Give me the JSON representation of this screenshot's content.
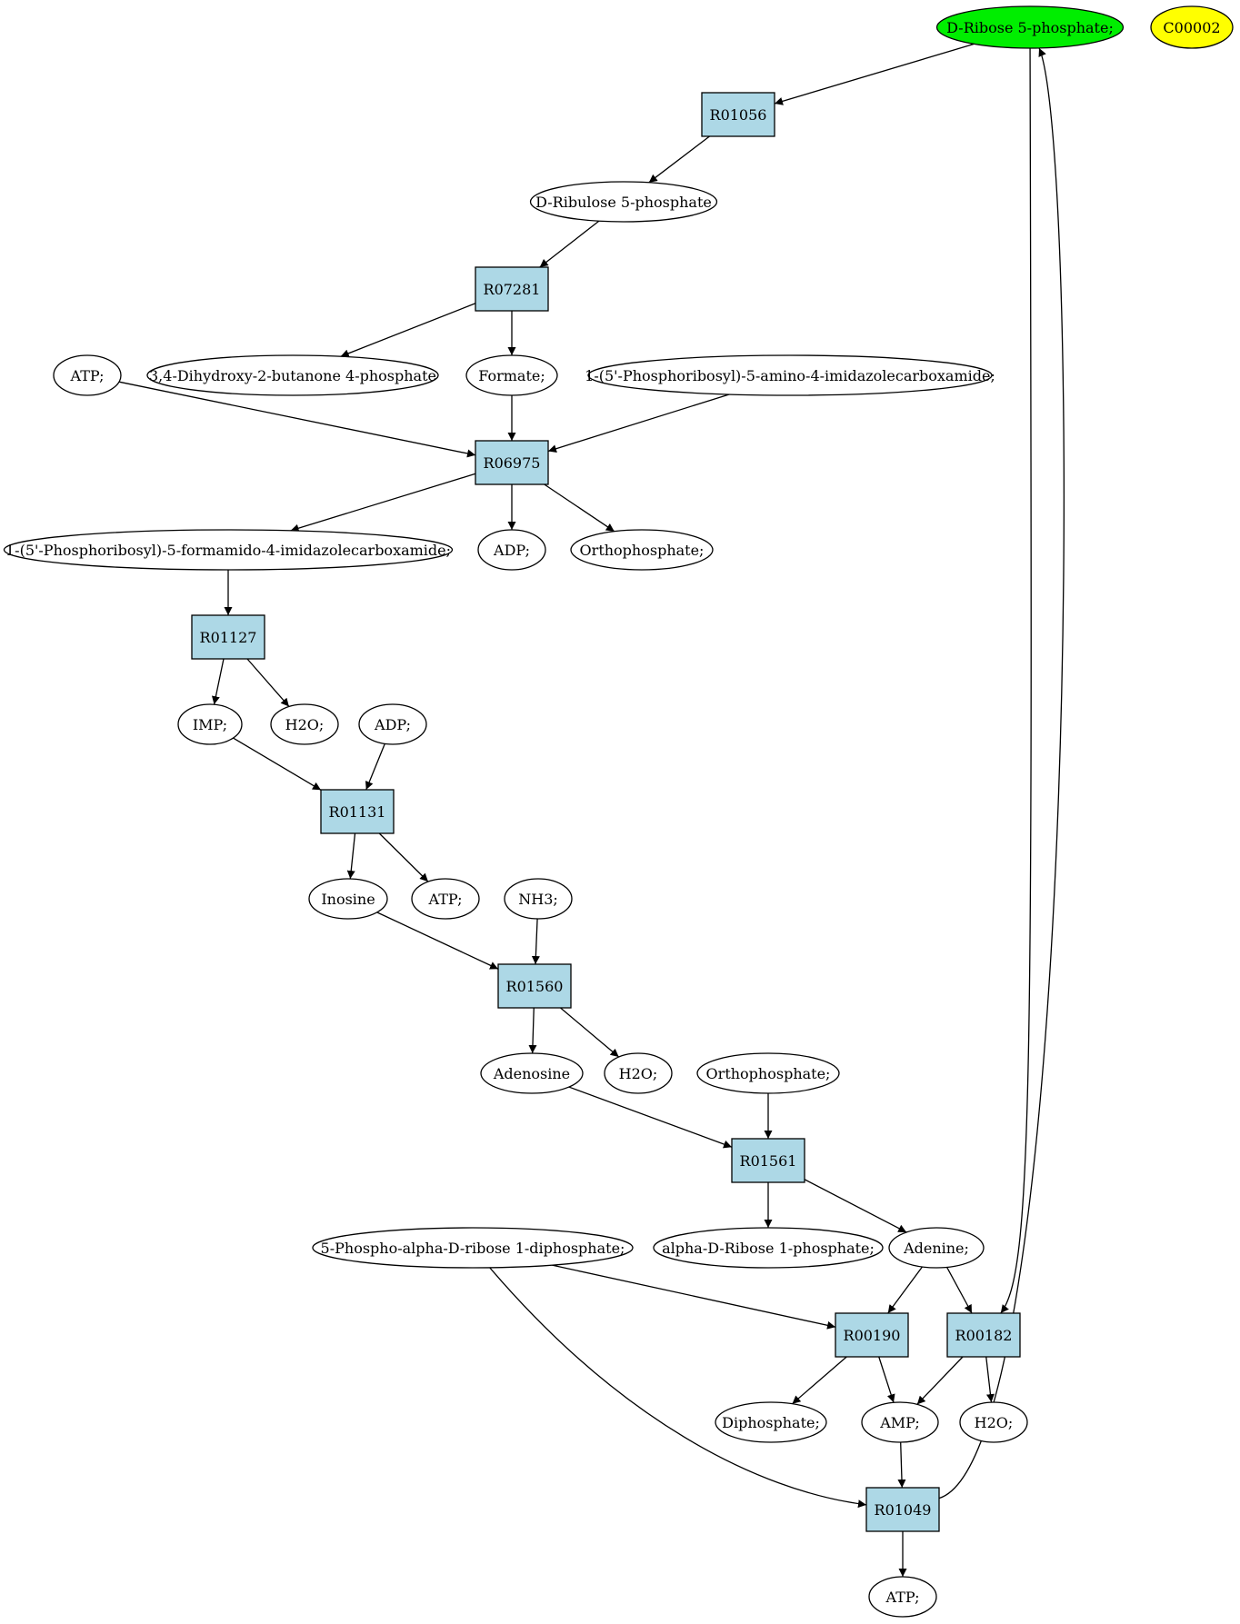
{
  "diagram": {
    "type": "metabolic-pathway-graph",
    "colors": {
      "compound_default": "#ffffff",
      "compound_highlight": "#00ee00",
      "compound_unlinked": "#ffff00",
      "reaction": "#add8e6",
      "edge": "#000000"
    },
    "nodes": [
      {
        "id": "rib5p",
        "kind": "compound",
        "label": "D-Ribose 5-phosphate;",
        "fill": "#00ee00"
      },
      {
        "id": "c00002",
        "kind": "compound",
        "label": "C00002",
        "fill": "#ffff00"
      },
      {
        "id": "R01056",
        "kind": "reaction",
        "label": "R01056"
      },
      {
        "id": "ribu5p",
        "kind": "compound",
        "label": "D-Ribulose 5-phosphate"
      },
      {
        "id": "R07281",
        "kind": "reaction",
        "label": "R07281"
      },
      {
        "id": "atp1",
        "kind": "compound",
        "label": "ATP;"
      },
      {
        "id": "dhbp",
        "kind": "compound",
        "label": "3,4-Dihydroxy-2-butanone 4-phosphate"
      },
      {
        "id": "formate",
        "kind": "compound",
        "label": "Formate;"
      },
      {
        "id": "aicar",
        "kind": "compound",
        "label": "1-(5'-Phosphoribosyl)-5-amino-4-imidazolecarboxamide;"
      },
      {
        "id": "R06975",
        "kind": "reaction",
        "label": "R06975"
      },
      {
        "id": "faicar",
        "kind": "compound",
        "label": "1-(5'-Phosphoribosyl)-5-formamido-4-imidazolecarboxamide;"
      },
      {
        "id": "adp1",
        "kind": "compound",
        "label": "ADP;"
      },
      {
        "id": "pi1",
        "kind": "compound",
        "label": "Orthophosphate;"
      },
      {
        "id": "R01127",
        "kind": "reaction",
        "label": "R01127"
      },
      {
        "id": "imp",
        "kind": "compound",
        "label": "IMP;"
      },
      {
        "id": "h2o1",
        "kind": "compound",
        "label": "H2O;"
      },
      {
        "id": "adp2",
        "kind": "compound",
        "label": "ADP;"
      },
      {
        "id": "R01131",
        "kind": "reaction",
        "label": "R01131"
      },
      {
        "id": "inosine",
        "kind": "compound",
        "label": "Inosine"
      },
      {
        "id": "atp2",
        "kind": "compound",
        "label": "ATP;"
      },
      {
        "id": "nh3",
        "kind": "compound",
        "label": "NH3;"
      },
      {
        "id": "R01560",
        "kind": "reaction",
        "label": "R01560"
      },
      {
        "id": "adenosine",
        "kind": "compound",
        "label": "Adenosine"
      },
      {
        "id": "h2o2",
        "kind": "compound",
        "label": "H2O;"
      },
      {
        "id": "pi2",
        "kind": "compound",
        "label": "Orthophosphate;"
      },
      {
        "id": "R01561",
        "kind": "reaction",
        "label": "R01561"
      },
      {
        "id": "prpp",
        "kind": "compound",
        "label": "5-Phospho-alpha-D-ribose 1-diphosphate;"
      },
      {
        "id": "r1p",
        "kind": "compound",
        "label": "alpha-D-Ribose 1-phosphate;"
      },
      {
        "id": "adenine",
        "kind": "compound",
        "label": "Adenine;"
      },
      {
        "id": "R00190",
        "kind": "reaction",
        "label": "R00190"
      },
      {
        "id": "R00182",
        "kind": "reaction",
        "label": "R00182"
      },
      {
        "id": "ppi",
        "kind": "compound",
        "label": "Diphosphate;"
      },
      {
        "id": "amp",
        "kind": "compound",
        "label": "AMP;"
      },
      {
        "id": "h2o3",
        "kind": "compound",
        "label": "H2O;"
      },
      {
        "id": "R01049",
        "kind": "reaction",
        "label": "R01049"
      },
      {
        "id": "atp3",
        "kind": "compound",
        "label": "ATP;"
      }
    ],
    "edges": [
      {
        "from": "rib5p",
        "to": "R01056"
      },
      {
        "from": "rib5p",
        "to": "R00182"
      },
      {
        "from": "R01056",
        "to": "ribu5p"
      },
      {
        "from": "ribu5p",
        "to": "R07281"
      },
      {
        "from": "R07281",
        "to": "dhbp"
      },
      {
        "from": "R07281",
        "to": "formate"
      },
      {
        "from": "atp1",
        "to": "R06975"
      },
      {
        "from": "formate",
        "to": "R06975"
      },
      {
        "from": "aicar",
        "to": "R06975"
      },
      {
        "from": "R06975",
        "to": "faicar"
      },
      {
        "from": "R06975",
        "to": "adp1"
      },
      {
        "from": "R06975",
        "to": "pi1"
      },
      {
        "from": "faicar",
        "to": "R01127"
      },
      {
        "from": "R01127",
        "to": "imp"
      },
      {
        "from": "R01127",
        "to": "h2o1"
      },
      {
        "from": "imp",
        "to": "R01131"
      },
      {
        "from": "adp2",
        "to": "R01131"
      },
      {
        "from": "R01131",
        "to": "inosine"
      },
      {
        "from": "R01131",
        "to": "atp2"
      },
      {
        "from": "inosine",
        "to": "R01560"
      },
      {
        "from": "nh3",
        "to": "R01560"
      },
      {
        "from": "R01560",
        "to": "adenosine"
      },
      {
        "from": "R01560",
        "to": "h2o2"
      },
      {
        "from": "adenosine",
        "to": "R01561"
      },
      {
        "from": "pi2",
        "to": "R01561"
      },
      {
        "from": "R01561",
        "to": "r1p"
      },
      {
        "from": "R01561",
        "to": "adenine"
      },
      {
        "from": "prpp",
        "to": "R00190"
      },
      {
        "from": "prpp",
        "to": "R01049"
      },
      {
        "from": "adenine",
        "to": "R00190"
      },
      {
        "from": "adenine",
        "to": "R00182"
      },
      {
        "from": "R00190",
        "to": "ppi"
      },
      {
        "from": "R00190",
        "to": "amp"
      },
      {
        "from": "R00182",
        "to": "amp"
      },
      {
        "from": "R00182",
        "to": "h2o3"
      },
      {
        "from": "amp",
        "to": "R01049"
      },
      {
        "from": "R01049",
        "to": "atp3"
      },
      {
        "from": "R01049",
        "to": "rib5p"
      }
    ]
  }
}
